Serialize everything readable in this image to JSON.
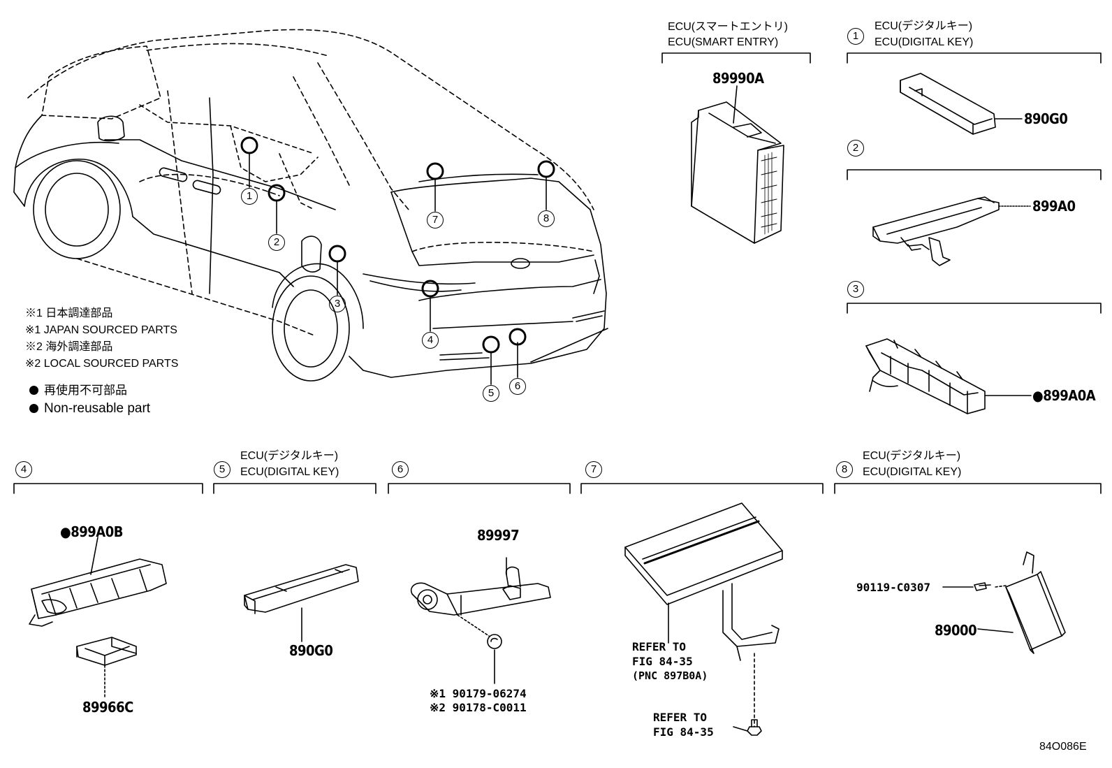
{
  "notes": {
    "jp1": "※1 日本調達部品",
    "en1": "※1 JAPAN SOURCED PARTS",
    "jp2": "※2 海外調達部品",
    "en2": "※2 LOCAL SOURCED PARTS",
    "nonreuse_jp": "再使用不可部品",
    "nonreuse_en": "Non-reusable part"
  },
  "smart_entry": {
    "title_jp": "ECU(スマートエントリ)",
    "title_en": "ECU(SMART ENTRY)",
    "part": "89990A"
  },
  "callouts": [
    "1",
    "2",
    "3",
    "4",
    "5",
    "6",
    "7",
    "8"
  ],
  "sections": {
    "s1": {
      "num": "1",
      "title_jp": "ECU(デジタルキー)",
      "title_en": "ECU(DIGITAL KEY)",
      "part": "890G0"
    },
    "s2": {
      "num": "2",
      "part": "899A0"
    },
    "s3": {
      "num": "3",
      "part": "●899A0A"
    },
    "s4": {
      "num": "4",
      "part_a": "●899A0B",
      "part_b": "89966C"
    },
    "s5": {
      "num": "5",
      "title_jp": "ECU(デジタルキー)",
      "title_en": "ECU(DIGITAL KEY)",
      "part": "890G0"
    },
    "s6": {
      "num": "6",
      "part": "89997",
      "sub1": "※1 90179-06274",
      "sub2": "※2 90178-C0011"
    },
    "s7": {
      "num": "7",
      "ref_a1": "REFER TO",
      "ref_a2": "FIG 84-35",
      "ref_a3": "(PNC 897B0A)",
      "ref_b1": "REFER TO",
      "ref_b2": "FIG 84-35"
    },
    "s8": {
      "num": "8",
      "title_jp": "ECU(デジタルキー)",
      "title_en": "ECU(DIGITAL KEY)",
      "part_screw": "90119-C0307",
      "part": "89000"
    }
  },
  "figure_id": "84O086E"
}
